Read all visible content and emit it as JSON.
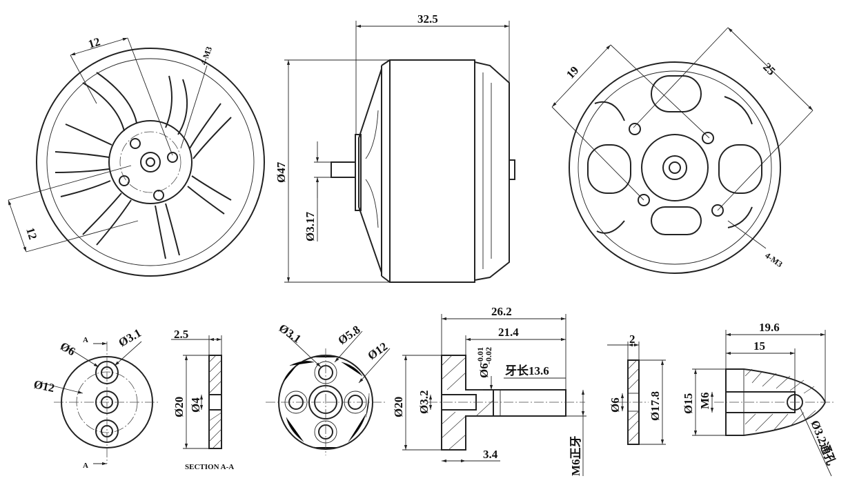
{
  "front_view": {
    "dim_top": "12",
    "dim_left": "12",
    "thread_holes": "4-M3"
  },
  "side_view": {
    "length": "32.5",
    "body_diameter": "Ø47",
    "shaft_diameter": "Ø3.17"
  },
  "rear_view": {
    "dim_left": "19",
    "dim_right": "25",
    "thread_holes": "4-M3"
  },
  "mount_front": {
    "outer": "Ø12",
    "pilot": "Ø6",
    "hole": "Ø3.1",
    "section_mark": "A"
  },
  "section_aa": {
    "thickness": "2.5",
    "diameter": "Ø20",
    "bore": "Ø4",
    "title": "SECTION A-A"
  },
  "prop_adapter_front": {
    "hole": "Ø3.1",
    "bore": "Ø5.8",
    "pitch": "Ø12"
  },
  "prop_adapter_side": {
    "overall": "26.2",
    "thread_length_total": "21.4",
    "tolerance_upper": "-0.01",
    "tolerance_lower": "-0.02",
    "shaft": "Ø6",
    "thread_label": "牙长13.6",
    "flange": "Ø20",
    "bore": "Ø3.2",
    "flange_thick": "3.4",
    "thread_spec": "M6正牙"
  },
  "washer": {
    "thickness": "2",
    "inner": "Ø6",
    "outer": "Ø17.8"
  },
  "nut": {
    "length": "19.6",
    "thread_depth": "15",
    "diameter": "Ø15",
    "thread": "M6",
    "cross_hole": "Ø3.2通孔"
  }
}
